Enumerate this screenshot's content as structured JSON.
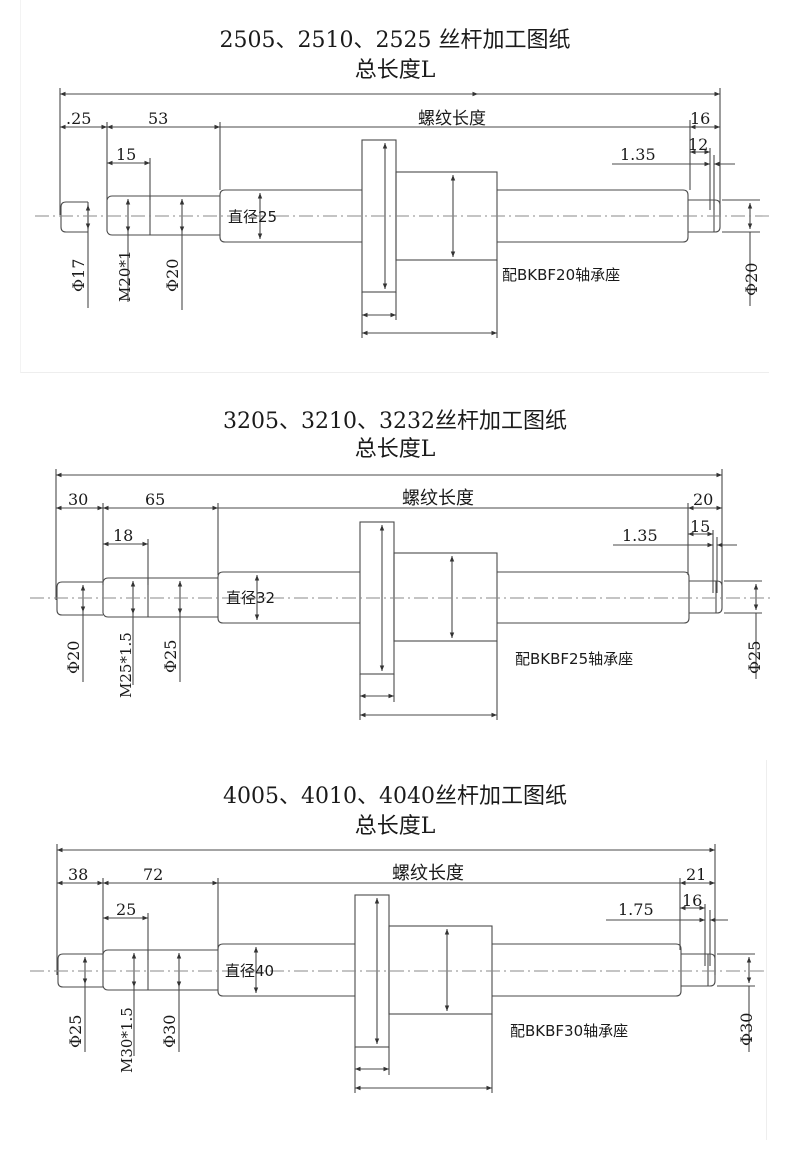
{
  "drawings": [
    {
      "title": "2505、2510、2525 丝杆加工图纸",
      "total_length_label": "总长度L",
      "thread_length_label": "螺纹长度",
      "left_dims": {
        "end_length": ".25",
        "journal_length": "53",
        "thread_seg_length": "15"
      },
      "left_diameters": {
        "end": "Φ17",
        "thread": "M20*1",
        "journal": "Φ20"
      },
      "screw_diameter_label": "直径25",
      "right_dims": {
        "end_length": "16",
        "seat_length": "12",
        "groove": "1.35"
      },
      "right_diameter": "Φ20",
      "bearing_note": "配BKBF20轴承座"
    },
    {
      "title": "3205、3210、3232丝杆加工图纸",
      "total_length_label": "总长度L",
      "thread_length_label": "螺纹长度",
      "left_dims": {
        "end_length": "30",
        "journal_length": "65",
        "thread_seg_length": "18"
      },
      "left_diameters": {
        "end": "Φ20",
        "thread": "M25*1.5",
        "journal": "Φ25"
      },
      "screw_diameter_label": "直径32",
      "right_dims": {
        "end_length": "20",
        "seat_length": "15",
        "groove": "1.35"
      },
      "right_diameter": "Φ25",
      "bearing_note": "配BKBF25轴承座"
    },
    {
      "title": "4005、4010、4040丝杆加工图纸",
      "total_length_label": "总长度L",
      "thread_length_label": "螺纹长度",
      "left_dims": {
        "end_length": "38",
        "journal_length": "72",
        "thread_seg_length": "25"
      },
      "left_diameters": {
        "end": "Φ25",
        "thread": "M30*1.5",
        "journal": "Φ30"
      },
      "screw_diameter_label": "直径40",
      "right_dims": {
        "end_length": "21",
        "seat_length": "16",
        "groove": "1.75"
      },
      "right_diameter": "Φ30",
      "bearing_note": "配BKBF30轴承座"
    }
  ],
  "colors": {
    "line": "#4a4a4a",
    "text": "#1a1a1a",
    "background": "#ffffff",
    "centerline": "#8a8a8a"
  }
}
